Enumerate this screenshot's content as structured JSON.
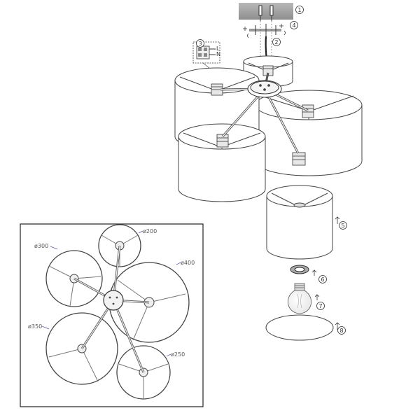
{
  "steps": [
    "1",
    "2",
    "3",
    "4",
    "5",
    "6",
    "7",
    "8"
  ],
  "wiring_labels": [
    "L",
    "N"
  ],
  "diameters": [
    "ø200",
    "ø300",
    "ø400",
    "ø350",
    "ø250"
  ]
}
